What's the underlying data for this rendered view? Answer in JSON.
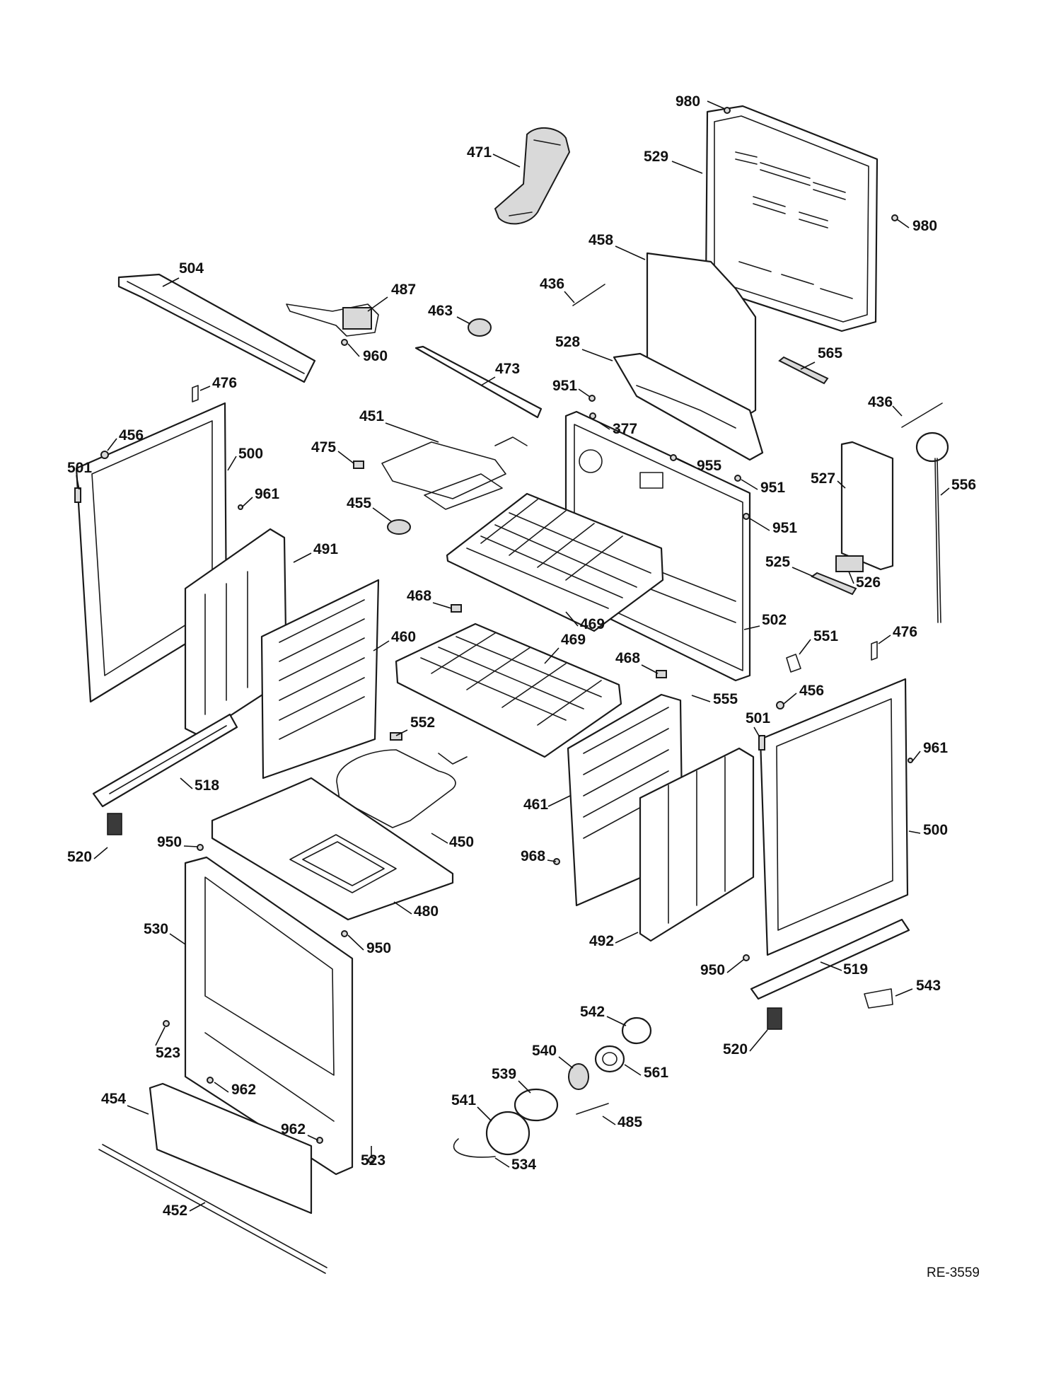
{
  "diagram": {
    "reference_code": "RE-3559",
    "callouts": [
      {
        "id": "c980a",
        "label": "980"
      },
      {
        "id": "c471",
        "label": "471"
      },
      {
        "id": "c529",
        "label": "529"
      },
      {
        "id": "c980b",
        "label": "980"
      },
      {
        "id": "c458",
        "label": "458"
      },
      {
        "id": "c504",
        "label": "504"
      },
      {
        "id": "c487",
        "label": "487"
      },
      {
        "id": "c436a",
        "label": "436"
      },
      {
        "id": "c463",
        "label": "463"
      },
      {
        "id": "c528",
        "label": "528"
      },
      {
        "id": "c960",
        "label": "960"
      },
      {
        "id": "c565",
        "label": "565"
      },
      {
        "id": "c473",
        "label": "473"
      },
      {
        "id": "c476a",
        "label": "476"
      },
      {
        "id": "c951a",
        "label": "951"
      },
      {
        "id": "c436b",
        "label": "436"
      },
      {
        "id": "c377",
        "label": "377"
      },
      {
        "id": "c451",
        "label": "451"
      },
      {
        "id": "c456a",
        "label": "456"
      },
      {
        "id": "c475",
        "label": "475"
      },
      {
        "id": "c500a",
        "label": "500"
      },
      {
        "id": "c501a",
        "label": "501"
      },
      {
        "id": "c955",
        "label": "955"
      },
      {
        "id": "c527",
        "label": "527"
      },
      {
        "id": "c951b",
        "label": "951"
      },
      {
        "id": "c556",
        "label": "556"
      },
      {
        "id": "c961a",
        "label": "961"
      },
      {
        "id": "c455",
        "label": "455"
      },
      {
        "id": "c951c",
        "label": "951"
      },
      {
        "id": "c491",
        "label": "491"
      },
      {
        "id": "c525",
        "label": "525"
      },
      {
        "id": "c526",
        "label": "526"
      },
      {
        "id": "c468a",
        "label": "468"
      },
      {
        "id": "c469a",
        "label": "469"
      },
      {
        "id": "c502",
        "label": "502"
      },
      {
        "id": "c460",
        "label": "460"
      },
      {
        "id": "c469b",
        "label": "469"
      },
      {
        "id": "c551",
        "label": "551"
      },
      {
        "id": "c476b",
        "label": "476"
      },
      {
        "id": "c468b",
        "label": "468"
      },
      {
        "id": "c555",
        "label": "555"
      },
      {
        "id": "c456b",
        "label": "456"
      },
      {
        "id": "c552",
        "label": "552"
      },
      {
        "id": "c501b",
        "label": "501"
      },
      {
        "id": "c961b",
        "label": "961"
      },
      {
        "id": "c518",
        "label": "518"
      },
      {
        "id": "c461",
        "label": "461"
      },
      {
        "id": "c450",
        "label": "450"
      },
      {
        "id": "c950a",
        "label": "950"
      },
      {
        "id": "c520a",
        "label": "520"
      },
      {
        "id": "c968",
        "label": "968"
      },
      {
        "id": "c500b",
        "label": "500"
      },
      {
        "id": "c480",
        "label": "480"
      },
      {
        "id": "c530",
        "label": "530"
      },
      {
        "id": "c950b",
        "label": "950"
      },
      {
        "id": "c492",
        "label": "492"
      },
      {
        "id": "c950c",
        "label": "950"
      },
      {
        "id": "c519",
        "label": "519"
      },
      {
        "id": "c543",
        "label": "543"
      },
      {
        "id": "c542",
        "label": "542"
      },
      {
        "id": "c523a",
        "label": "523"
      },
      {
        "id": "c520b",
        "label": "520"
      },
      {
        "id": "c540",
        "label": "540"
      },
      {
        "id": "c561",
        "label": "561"
      },
      {
        "id": "c539",
        "label": "539"
      },
      {
        "id": "c962a",
        "label": "962"
      },
      {
        "id": "c454",
        "label": "454"
      },
      {
        "id": "c541",
        "label": "541"
      },
      {
        "id": "c485",
        "label": "485"
      },
      {
        "id": "c962b",
        "label": "962"
      },
      {
        "id": "c523b",
        "label": "523"
      },
      {
        "id": "c534",
        "label": "534"
      },
      {
        "id": "c452",
        "label": "452"
      }
    ]
  }
}
